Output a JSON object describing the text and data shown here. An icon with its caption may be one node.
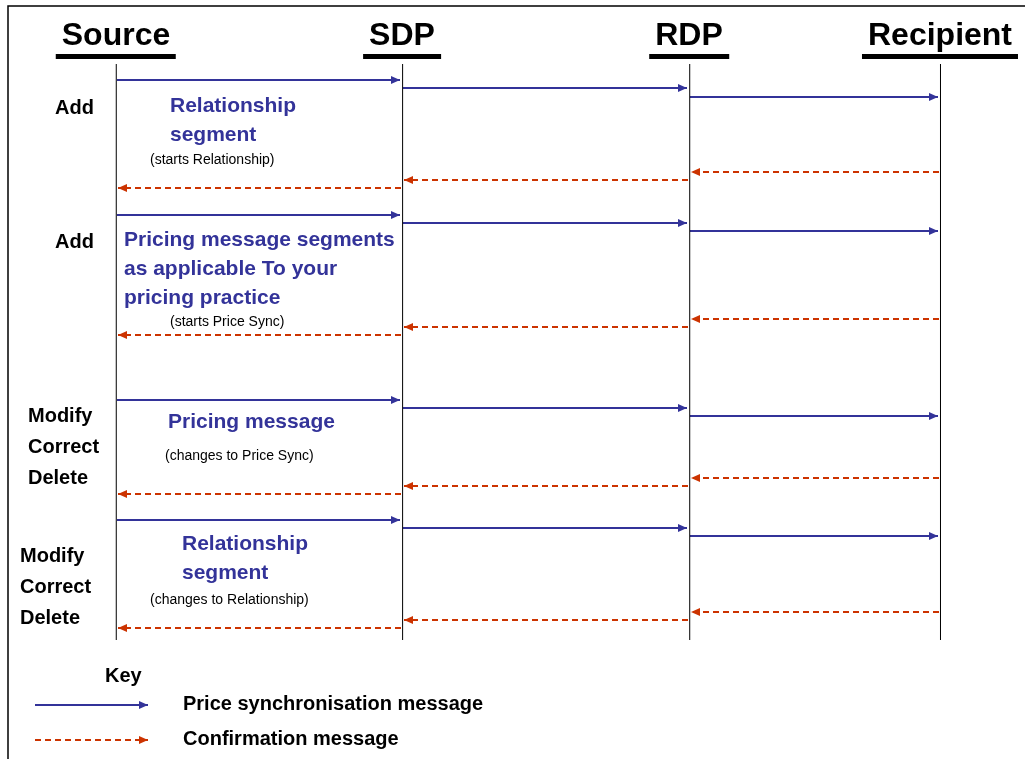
{
  "diagram": {
    "nodes": [
      {
        "text": [
          "Source"
        ]
      },
      {
        "text": [
          "SDP"
        ]
      },
      {
        "text": [
          "RDP"
        ]
      },
      {
        "text": [
          "Recipient"
        ]
      }
    ],
    "edges": [
      {
        "from": 0,
        "to": 1,
        "arrow": "to",
        "label": "Relationship segment"
      },
      {
        "from": 1,
        "to": 2,
        "arrow": "to"
      },
      {
        "from": 2,
        "to": 3,
        "arrow": "to"
      },
      {
        "from": 3,
        "to": 2,
        "arrow": "to",
        "style": "dashed",
        "color": "#cc3300"
      },
      {
        "from": 2,
        "to": 1,
        "arrow": "to",
        "style": "dashed",
        "color": "#cc3300"
      },
      {
        "from": 1,
        "to": 0,
        "arrow": "to",
        "style": "dashed",
        "color": "#cc3300"
      },
      {
        "from": 0,
        "to": 1,
        "arrow": "to",
        "label": "Pricing message segments as applicable To your pricing practice"
      },
      {
        "from": 1,
        "to": 2,
        "arrow": "to"
      },
      {
        "from": 2,
        "to": 3,
        "arrow": "to"
      },
      {
        "from": 3,
        "to": 2,
        "arrow": "to",
        "style": "dashed",
        "color": "#cc3300"
      },
      {
        "from": 2,
        "to": 1,
        "arrow": "to",
        "style": "dashed",
        "color": "#cc3300"
      },
      {
        "from": 1,
        "to": 0,
        "arrow": "to",
        "style": "dashed",
        "color": "#cc3300"
      },
      {
        "from": 0,
        "to": 1,
        "arrow": "to",
        "label": "Pricing message"
      },
      {
        "from": 1,
        "to": 2,
        "arrow": "to"
      },
      {
        "from": 2,
        "to": 3,
        "arrow": "to"
      },
      {
        "from": 3,
        "to": 2,
        "arrow": "to",
        "style": "dashed",
        "color": "#cc3300"
      },
      {
        "from": 2,
        "to": 1,
        "arrow": "to",
        "style": "dashed",
        "color": "#cc3300"
      },
      {
        "from": 1,
        "to": 0,
        "arrow": "to",
        "style": "dashed",
        "color": "#cc3300"
      },
      {
        "from": 0,
        "to": 1,
        "arrow": "to",
        "label": "Relationship segment"
      },
      {
        "from": 1,
        "to": 2,
        "arrow": "to"
      },
      {
        "from": 2,
        "to": 3,
        "arrow": "to"
      },
      {
        "from": 3,
        "to": 2,
        "arrow": "to",
        "style": "dashed",
        "color": "#cc3300"
      },
      {
        "from": 2,
        "to": 1,
        "arrow": "to",
        "style": "dashed",
        "color": "#cc3300"
      },
      {
        "from": 1,
        "to": 0,
        "arrow": "to",
        "style": "dashed",
        "color": "#cc3300"
      }
    ],
    "labels": [
      "Add",
      "(starts Relationship)",
      "Add",
      "(starts Price Sync)",
      "Modify Correct Delete",
      "(changes to Price Sync)",
      "Modify Correct Delete",
      "(changes to Relationship)",
      "Key"
    ],
    "legend": [
      {
        "text": "Price synchronisation message"
      },
      {
        "text": "Confirmation message"
      }
    ]
  }
}
